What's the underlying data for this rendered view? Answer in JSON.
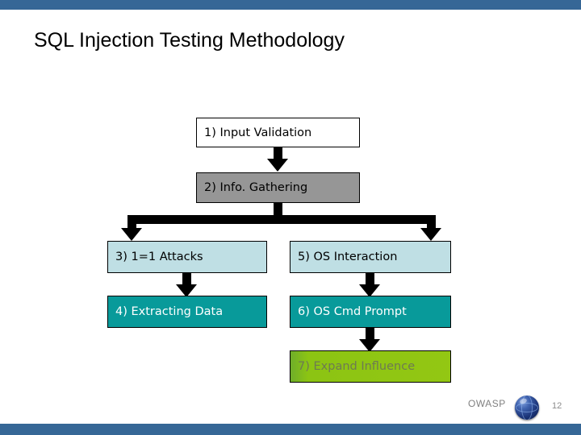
{
  "slide": {
    "title": "SQL Injection Testing Methodology",
    "accent_color": "#366796",
    "page_number": "12"
  },
  "flow": {
    "nodes": [
      {
        "id": "1",
        "label": "1) Input Validation",
        "fill": "#ffffff",
        "text_color": "#000000"
      },
      {
        "id": "2",
        "label": "2) Info. Gathering",
        "fill": "#969696",
        "text_color": "#000000"
      },
      {
        "id": "3",
        "label": "3) 1=1 Attacks",
        "fill": "#bfdfe4",
        "text_color": "#000000"
      },
      {
        "id": "4",
        "label": "4) Extracting Data",
        "fill": "#089a9a",
        "text_color": "#ffffff"
      },
      {
        "id": "5",
        "label": "5) OS Interaction",
        "fill": "#bfdfe4",
        "text_color": "#000000"
      },
      {
        "id": "6",
        "label": "6) OS Cmd Prompt",
        "fill": "#089a9a",
        "text_color": "#ffffff"
      },
      {
        "id": "7",
        "label": "7) Expand Influence",
        "fill": "#8cc413",
        "text_color": "#6e7a52"
      }
    ]
  },
  "footer": {
    "brand": "OWASP",
    "logo_icon": "owasp-globe-icon",
    "page_number": "12"
  }
}
